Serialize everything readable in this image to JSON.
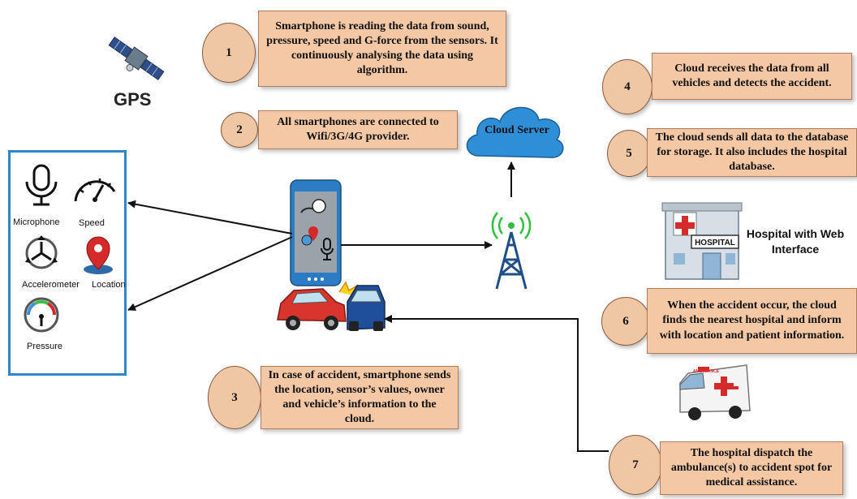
{
  "gps": {
    "label": "GPS"
  },
  "cloud": {
    "label": "Cloud Server"
  },
  "hospital": {
    "label": "Hospital with Web Interface",
    "sign": "HOSPITAL"
  },
  "ambulance": {
    "sign": "AMBULANCE"
  },
  "sensors": [
    {
      "name": "microphone",
      "label": "Microphone"
    },
    {
      "name": "speed",
      "label": "Speed"
    },
    {
      "name": "accelerometer",
      "label": "Accelerometer"
    },
    {
      "name": "location",
      "label": "Location"
    },
    {
      "name": "pressure",
      "label": "Pressure"
    }
  ],
  "steps": [
    {
      "number": "1",
      "text": "Smartphone is reading the data from sound, pressure, speed and G-force from the sensors. It continuously analysing the data using algorithm."
    },
    {
      "number": "2",
      "text": "All smartphones are connected to Wifi/3G/4G  provider."
    },
    {
      "number": "3",
      "text": "In case of accident, smartphone sends the location, sensor’s values, owner and vehicle’s information to the cloud."
    },
    {
      "number": "4",
      "text": "Cloud receives the data from all vehicles and detects the accident."
    },
    {
      "number": "5",
      "text": "The cloud sends all data to the database for storage. It also includes the hospital database."
    },
    {
      "number": "6",
      "text": "When the accident occur, the cloud finds the nearest hospital and inform with location and patient information."
    },
    {
      "number": "7",
      "text": "The hospital dispatch the ambulance(s) to accident spot for medical assistance."
    }
  ],
  "colors": {
    "step_fill": "#f4c8a4",
    "panel_border": "#2d86c6",
    "cloud": "#2f8fd6",
    "phone": "#2b7cc4",
    "hospital_red": "#d42a2a"
  }
}
